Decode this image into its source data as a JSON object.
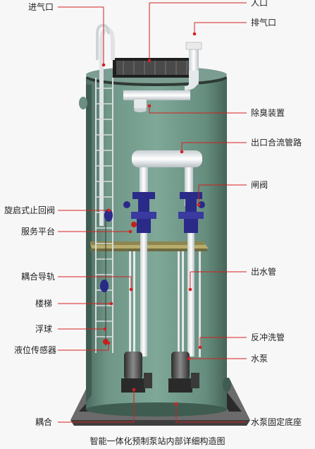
{
  "labels_left": [
    "进气口",
    "旋启式止回阀",
    "服务平台",
    "耦合导轨",
    "楼梯",
    "浮球",
    "液位传感器",
    "耦合"
  ],
  "labels_right": [
    "人口",
    "排气口",
    "除臭装置",
    "出口合流管路",
    "闸阀",
    "出水管",
    "反冲洗管",
    "水泵",
    "水泵固定底座"
  ],
  "caption": "智能一体化预制泵站内部详细构造图",
  "colors": {
    "tank": "#5b7d70",
    "tank_light": "#7ea595",
    "tank_dark": "#3f5c51",
    "leader": "#d42020",
    "valve": "#2a2a88",
    "pipe": "#eef1f3",
    "platform": "#b7ad6c"
  }
}
